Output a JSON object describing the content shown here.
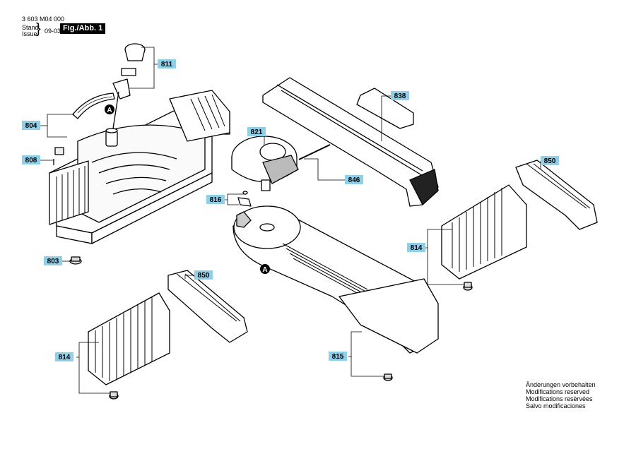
{
  "header": {
    "doc_number": "3 603 M04 000",
    "stand_label": "Stand",
    "issue_label": "Issue",
    "date": "09-03-17",
    "figure_title": "Fig./Abb. 1"
  },
  "callouts": [
    "811",
    "804",
    "808",
    "803",
    "838",
    "821",
    "816",
    "846",
    "850",
    "814",
    "850",
    "814",
    "815"
  ],
  "markers": [
    "A",
    "A"
  ],
  "notes": [
    "Änderungen vorbehalten",
    "Modifications reserved",
    "Modifications resèrvées",
    "Salvo modificaciones"
  ],
  "colors": {
    "callout_bg": "#8fd0e8",
    "line": "#000000",
    "fill_light": "#ffffff",
    "fill_dark": "#222222"
  }
}
